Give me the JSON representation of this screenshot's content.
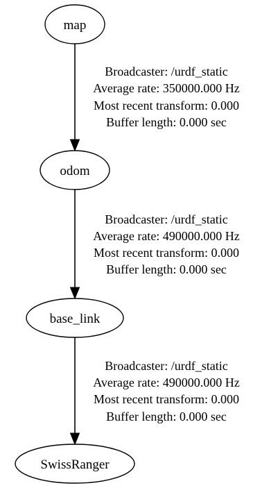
{
  "nodes": [
    {
      "id": "map",
      "label": "map"
    },
    {
      "id": "odom",
      "label": "odom"
    },
    {
      "id": "base_link",
      "label": "base_link"
    },
    {
      "id": "SwissRanger",
      "label": "SwissRanger"
    }
  ],
  "edges": [
    {
      "from": "map",
      "to": "odom",
      "broadcaster": "Broadcaster: /urdf_static",
      "average_rate": "Average rate: 350000.000 Hz",
      "most_recent_transform": "Most recent transform: 0.000",
      "buffer_length": "Buffer length: 0.000 sec"
    },
    {
      "from": "odom",
      "to": "base_link",
      "broadcaster": "Broadcaster: /urdf_static",
      "average_rate": "Average rate: 490000.000 Hz",
      "most_recent_transform": "Most recent transform: 0.000",
      "buffer_length": "Buffer length: 0.000 sec"
    },
    {
      "from": "base_link",
      "to": "SwissRanger",
      "broadcaster": "Broadcaster: /urdf_static",
      "average_rate": "Average rate: 490000.000 Hz",
      "most_recent_transform": "Most recent transform: 0.000",
      "buffer_length": "Buffer length: 0.000 sec"
    }
  ]
}
